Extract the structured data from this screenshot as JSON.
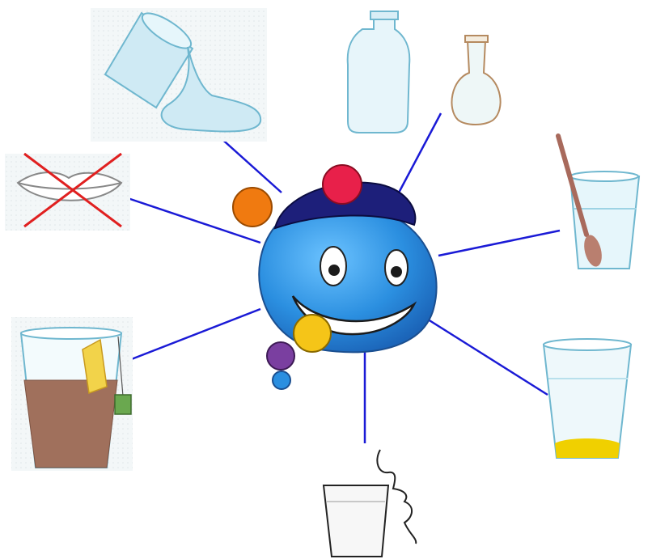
{
  "diagram": {
    "center": {
      "name": "water-drop-mascot"
    },
    "items": [
      {
        "id": "spilled-water",
        "icon": "spilled-water-icon"
      },
      {
        "id": "bottles",
        "icon": "bottle-and-flask-icon"
      },
      {
        "id": "crossed-lips",
        "icon": "crossed-lips-icon"
      },
      {
        "id": "glass-with-spoon",
        "icon": "glass-with-spoon-icon"
      },
      {
        "id": "tea-glass",
        "icon": "tea-glass-icon"
      },
      {
        "id": "glass-with-sediment",
        "icon": "glass-with-yellow-sediment-icon"
      },
      {
        "id": "smell-glass",
        "icon": "glass-with-nose-icon"
      }
    ]
  },
  "colors": {
    "connector": "#1a1ad6",
    "water": "#bfe3ef",
    "drop": "#2b8fe0",
    "cap": "#1d1f7a",
    "tea": "#a0705c",
    "sediment": "#f0d000",
    "cross": "#e02020"
  }
}
